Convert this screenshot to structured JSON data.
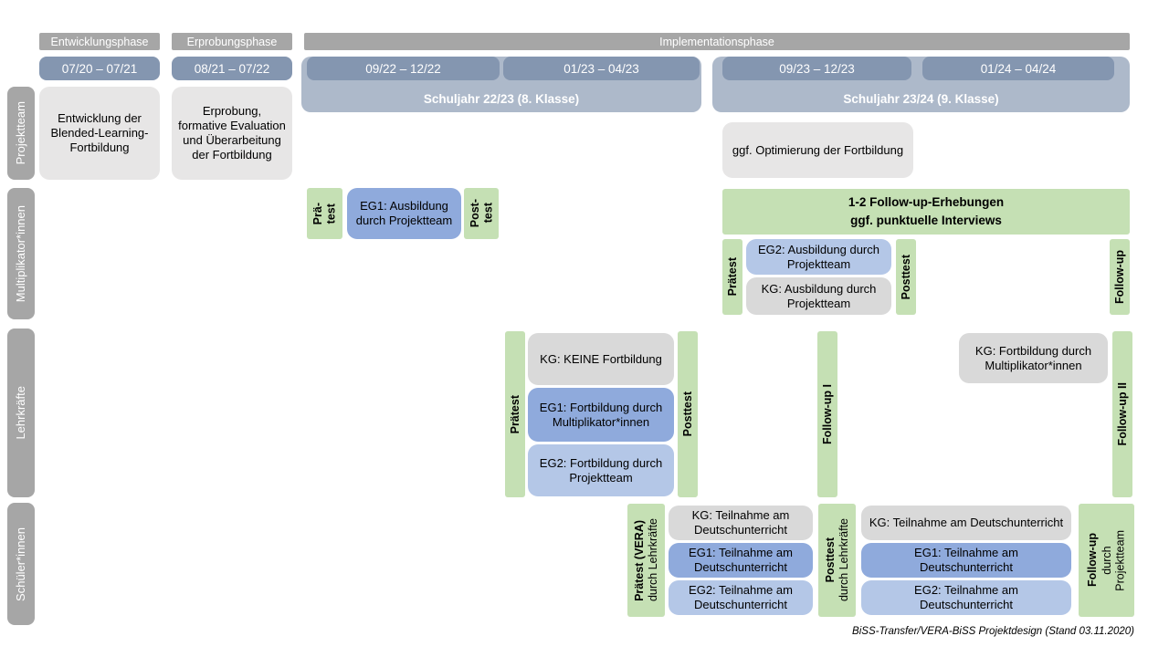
{
  "colors": {
    "phase_header_gray": "#a6a6a6",
    "date_bar_blue": "#8496b0",
    "schoolyear_band_blue": "#adb9ca",
    "row_label_gray": "#a6a6a6",
    "box_light_gray": "#e7e6e6",
    "box_gray": "#d9d9d9",
    "box_blue_dark": "#8faadc",
    "box_blue_light": "#b4c7e7",
    "box_green": "#c5e0b4"
  },
  "phases": {
    "entwicklung": "Entwicklungsphase",
    "erprobung": "Erprobungsphase",
    "implementation": "Implementationsphase"
  },
  "dates": {
    "d1": "07/20 – 07/21",
    "d2": "08/21 – 07/22",
    "d3": "09/22 – 12/22",
    "d4": "01/23 – 04/23",
    "d5": "09/23 – 12/23",
    "d6": "01/24 – 04/24"
  },
  "schoolyears": {
    "y2223": "Schuljahr 22/23 (8. Klasse)",
    "y2324": "Schuljahr 23/24 (9. Klasse)"
  },
  "row_labels": {
    "projektteam": "Projektteam",
    "multiplikatoren": "Multiplikator*innen",
    "lehrkraefte": "Lehrkräfte",
    "schueler": "Schüler*innen"
  },
  "projektteam": {
    "entwicklung_box": "Entwicklung der Blended-Learning-Fortbildung",
    "erprobung_box": "Erprobung, formative Evaluation und Überarbeitung der Fortbildung",
    "optimierung_box": "ggf. Optimierung der Fortbildung"
  },
  "multiplikatoren": {
    "praetest1": "Prä-\ntest",
    "eg1_box": "EG1: Ausbildung durch Projektteam",
    "posttest1": "Post-\ntest",
    "followup_header": "1-2 Follow-up-Erhebungen\nggf. punktuelle Interviews",
    "praetest2": "Prätest",
    "eg2_box": "EG2: Ausbildung durch Projektteam",
    "kg_box": "KG: Ausbildung durch Projektteam",
    "posttest2": "Posttest",
    "followup": "Follow-up"
  },
  "lehrkraefte": {
    "praetest": "Prätest",
    "kg_box": "KG: KEINE Fortbildung",
    "eg1_box": "EG1: Fortbildung durch Multiplikator*innen",
    "eg2_box": "EG2: Fortbildung durch Projektteam",
    "posttest": "Posttest",
    "followup1": "Follow-up I",
    "kg_box2": "KG: Fortbildung durch Multiplikator*innen",
    "followup2": "Follow-up II"
  },
  "schueler": {
    "praetest_main": "Prätest (VERA)",
    "praetest_sub": "durch Lehrkräfte",
    "kg_box1": "KG: Teilnahme am Deutschunterricht",
    "eg1_box1": "EG1: Teilnahme am Deutschunterricht",
    "eg2_box1": "EG2: Teilnahme am Deutschunterricht",
    "posttest_main": "Posttest",
    "posttest_sub": "durch Lehrkräfte",
    "kg_box2": "KG: Teilnahme am Deutschunterricht",
    "eg1_box2": "EG1: Teilnahme am Deutschunterricht",
    "eg2_box2": "EG2: Teilnahme am Deutschunterricht",
    "followup_main": "Follow-up",
    "followup_sub": "durch\nProjektteam"
  },
  "footer": "BiSS-Transfer/VERA-BiSS Projektdesign (Stand 03.11.2020)"
}
